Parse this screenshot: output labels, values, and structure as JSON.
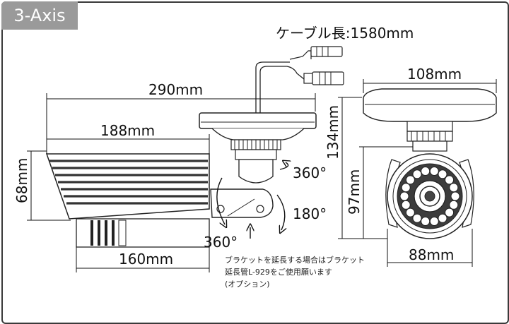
{
  "badge": "3-Axis",
  "cable": "ケーブル長:1580mm",
  "dims": {
    "overall_length": "290mm",
    "body_length": "188mm",
    "height_body": "68mm",
    "base_length": "160mm",
    "mount_width": "108mm",
    "height_total": "134mm",
    "height_front": "97mm",
    "front_width": "88mm"
  },
  "rotations": {
    "pan": "360°",
    "tilt": "180°",
    "rotate": "360°"
  },
  "note": [
    "ブラケットを延長する場合はブラケット",
    "延長管L-929をご使用願います",
    "(オプション)"
  ]
}
